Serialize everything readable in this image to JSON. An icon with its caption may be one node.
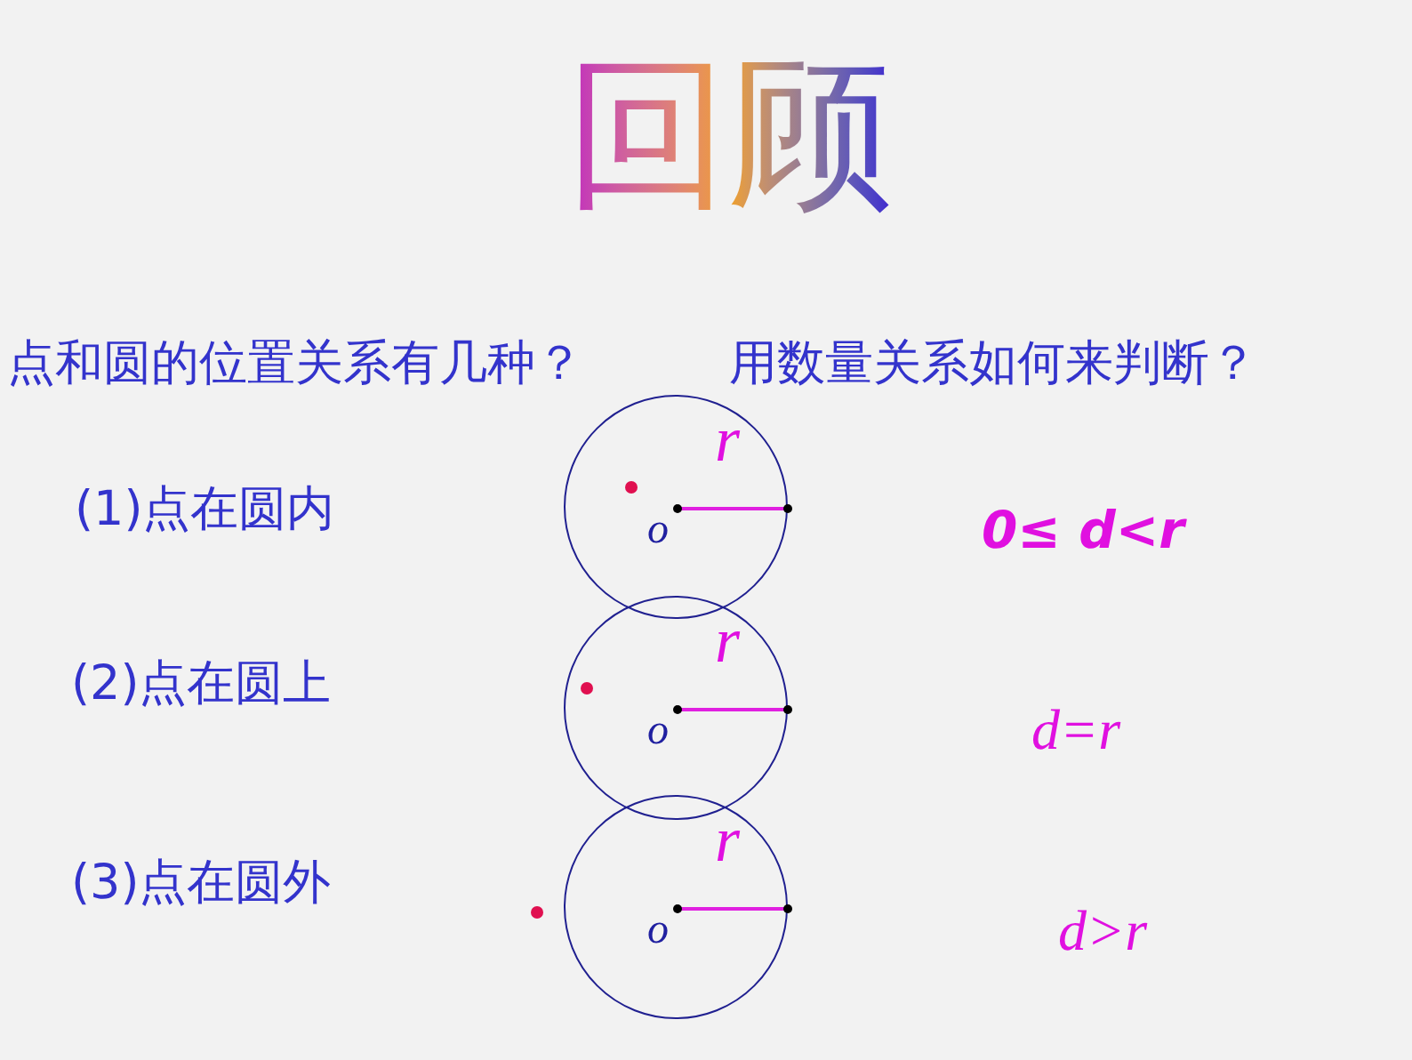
{
  "diagram": {
    "title": "回顾",
    "nodes": [
      {
        "text": [
          "r",
          "o"
        ]
      },
      {
        "text": [
          "r",
          "o"
        ]
      },
      {
        "text": [
          "r",
          "o"
        ]
      }
    ],
    "labels": [
      "点和圆的位置关系有几种？",
      "用数量关系如何来判断？",
      "(1)点在圆内",
      "0≤ d<r",
      "(2)点在圆上",
      "d=r",
      "(3)点在圆外",
      "d>r"
    ]
  }
}
